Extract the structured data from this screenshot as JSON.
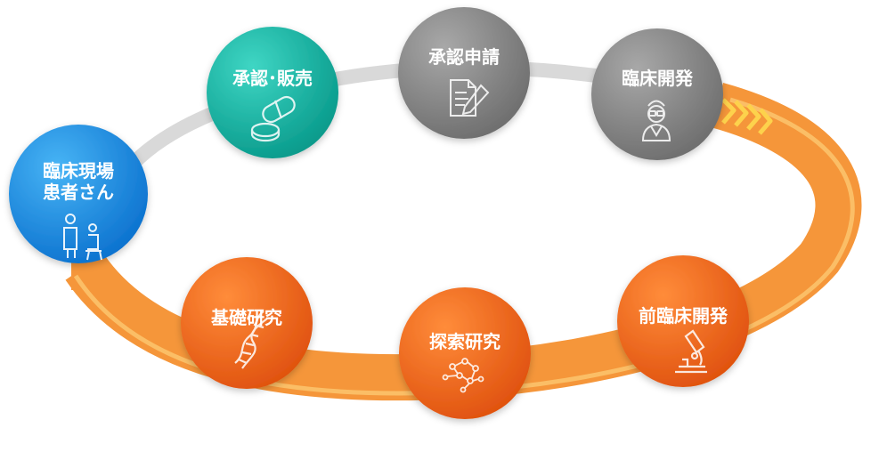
{
  "diagram": {
    "stages": [
      {
        "id": "clinical-site",
        "label_lines": [
          "臨床現場",
          "患者さん"
        ],
        "color": "blue",
        "icon": "patient-care-icon"
      },
      {
        "id": "approval-sales",
        "label_lines": [
          "承認･販売"
        ],
        "color": "teal",
        "icon": "pills-icon"
      },
      {
        "id": "approval-application",
        "label_lines": [
          "承認申請"
        ],
        "color": "gray",
        "icon": "document-sign-icon"
      },
      {
        "id": "clinical-development",
        "label_lines": [
          "臨床開発"
        ],
        "color": "gray",
        "icon": "doctor-icon"
      },
      {
        "id": "preclinical-development",
        "label_lines": [
          "前臨床開発"
        ],
        "color": "orange",
        "icon": "microscope-icon"
      },
      {
        "id": "exploratory-research",
        "label_lines": [
          "探索研究"
        ],
        "color": "orange",
        "icon": "molecule-icon"
      },
      {
        "id": "basic-research",
        "label_lines": [
          "基礎研究"
        ],
        "color": "orange",
        "icon": "dna-icon"
      }
    ],
    "colors": {
      "blue": "#1a8fe0",
      "teal": "#12b5a5",
      "gray": "#8a8a8a",
      "orange": "#f26a1b",
      "ring_orange": "#f5963a",
      "ring_gray": "#d7d7d7",
      "chevron": "#fbc24a"
    }
  }
}
